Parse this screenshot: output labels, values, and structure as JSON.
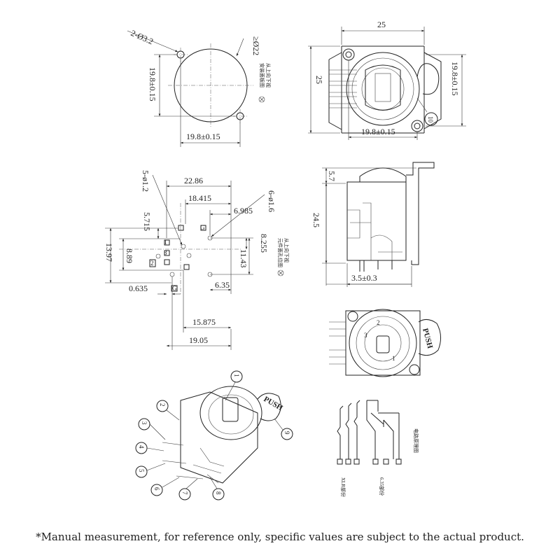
{
  "views": {
    "panel_cutout": {
      "hole_note": "2-Ø3.2",
      "diameter_note": "≥Ø22",
      "vertical_dim": "19.8±0.15",
      "horizontal_dim": "19.8±0.15",
      "side_note_cn": "安装面板图",
      "side_note_cn2": "从上向下视"
    },
    "front_view": {
      "width_dim": "25",
      "height_dim": "25",
      "right_dim": "19.8±0.15",
      "bottom_dim": "19.8±0.15",
      "callout": "10"
    },
    "pcb_layout": {
      "hole_note_left": "5-ø1.2",
      "hole_note_right": "6-ø1.6",
      "dims": {
        "d22_86": "22.86",
        "d18_415": "18.415",
        "d6_985": "6.985",
        "d5_715": "5.715",
        "d8_255": "8.255",
        "d13_97": "13.97",
        "d8_89": "8.89",
        "d11_43": "11.43",
        "d0_635": "0.635",
        "d6_35": "6.35",
        "d15_875": "15.875",
        "d19_05": "19.05"
      },
      "pad_labels": [
        "G",
        "1",
        "2",
        "3",
        "G"
      ],
      "side_note_cn": "元件面孔位图",
      "side_note_cn2": "从上向下视"
    },
    "side_view": {
      "top_dim": "5.7",
      "height_dim": "24.5",
      "bottom_dim": "3.5±0.3"
    },
    "front_face": {
      "push_label": "PUSH",
      "pin_labels": [
        "2",
        "3",
        "1"
      ]
    },
    "isometric": {
      "push_label": "PUSH",
      "callouts": [
        "1",
        "2",
        "3",
        "4",
        "5",
        "6",
        "7",
        "8",
        "9"
      ]
    },
    "schematic": {
      "xlr_label": "XLR部份",
      "jack_label": "6.35部份",
      "side_note_cn": "电路原理图"
    }
  },
  "footnote": "*Manual measurement, for reference only, specific values are subject to the actual product."
}
